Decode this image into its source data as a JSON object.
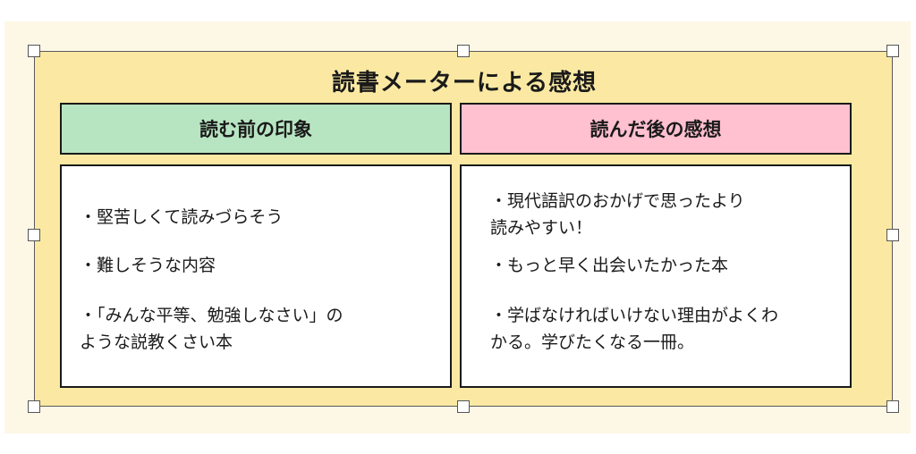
{
  "board": {
    "title": "読書メーターによる感想",
    "before": {
      "header": "読む前の印象",
      "items": [
        [
          "・堅苦しくて読みづらそう"
        ],
        [
          "・難しそうな内容"
        ],
        [
          "・「みんな平等、勉強しなさい」の",
          "ような説教くさい本"
        ]
      ]
    },
    "after": {
      "header": "読んだ後の感想",
      "items": [
        [
          "・現代語訳のおかげで思ったより",
          "読みやすい！"
        ],
        [
          "・もっと早く出会いたかった本"
        ],
        [
          "・学ばなければいけない理由がよくわ",
          "かる。学びたくなる一冊。"
        ]
      ]
    }
  },
  "colors": {
    "background": "#fdf7e6",
    "frame": "#fbe9a3",
    "before_header": "#b7e5c2",
    "after_header": "#ffc0d0",
    "panel": "#ffffff",
    "border": "#1a1a1a"
  }
}
